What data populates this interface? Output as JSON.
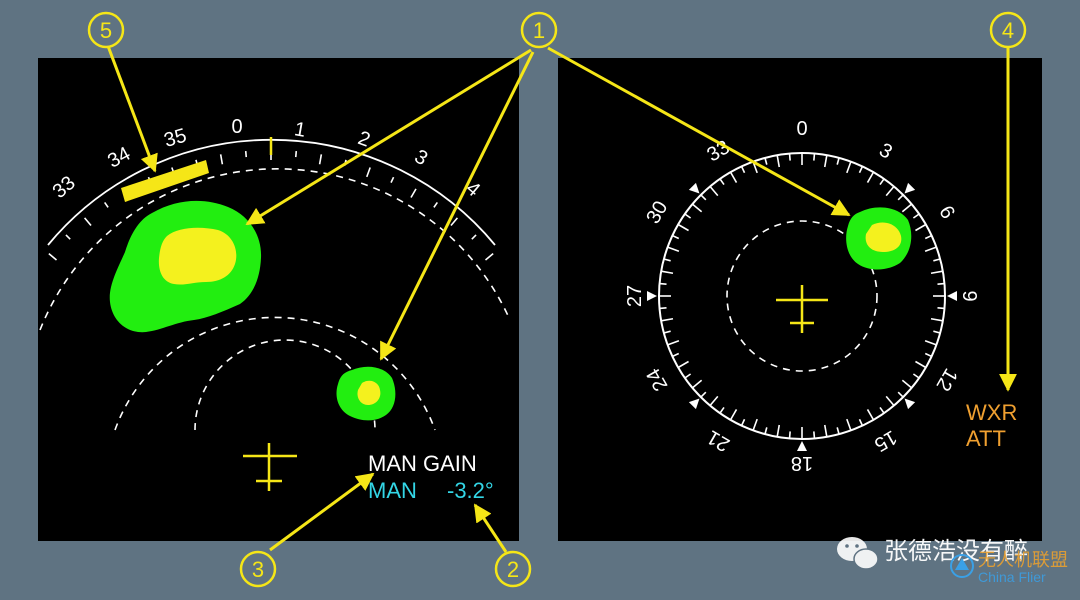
{
  "callouts": [
    "1",
    "2",
    "3",
    "4",
    "5"
  ],
  "left_display": {
    "scale_labels": [
      "33",
      "34",
      "35",
      "0",
      "1",
      "2",
      "3",
      "4"
    ],
    "gain_label": "MAN GAIN",
    "tilt_mode": "MAN",
    "tilt_value": "-3.2°"
  },
  "right_display": {
    "compass_labels": [
      "0",
      "3",
      "6",
      "9",
      "12",
      "15",
      "18",
      "21",
      "24",
      "27",
      "30",
      "33"
    ],
    "mode_line1": "WXR",
    "mode_line2": "ATT"
  },
  "watermark": {
    "author": "张德浩没有醉",
    "brand": "无人机联盟",
    "brand_sub": "China Flier"
  },
  "colors": {
    "background": "#5f7382",
    "screen": "#000000",
    "callout": "#f5e617",
    "weather_green": "#22ee10",
    "weather_yellow": "#f4f11e",
    "tilt_text": "#33d6e6",
    "mode_text": "#f0a030",
    "symbol_text": "#ffffff"
  }
}
